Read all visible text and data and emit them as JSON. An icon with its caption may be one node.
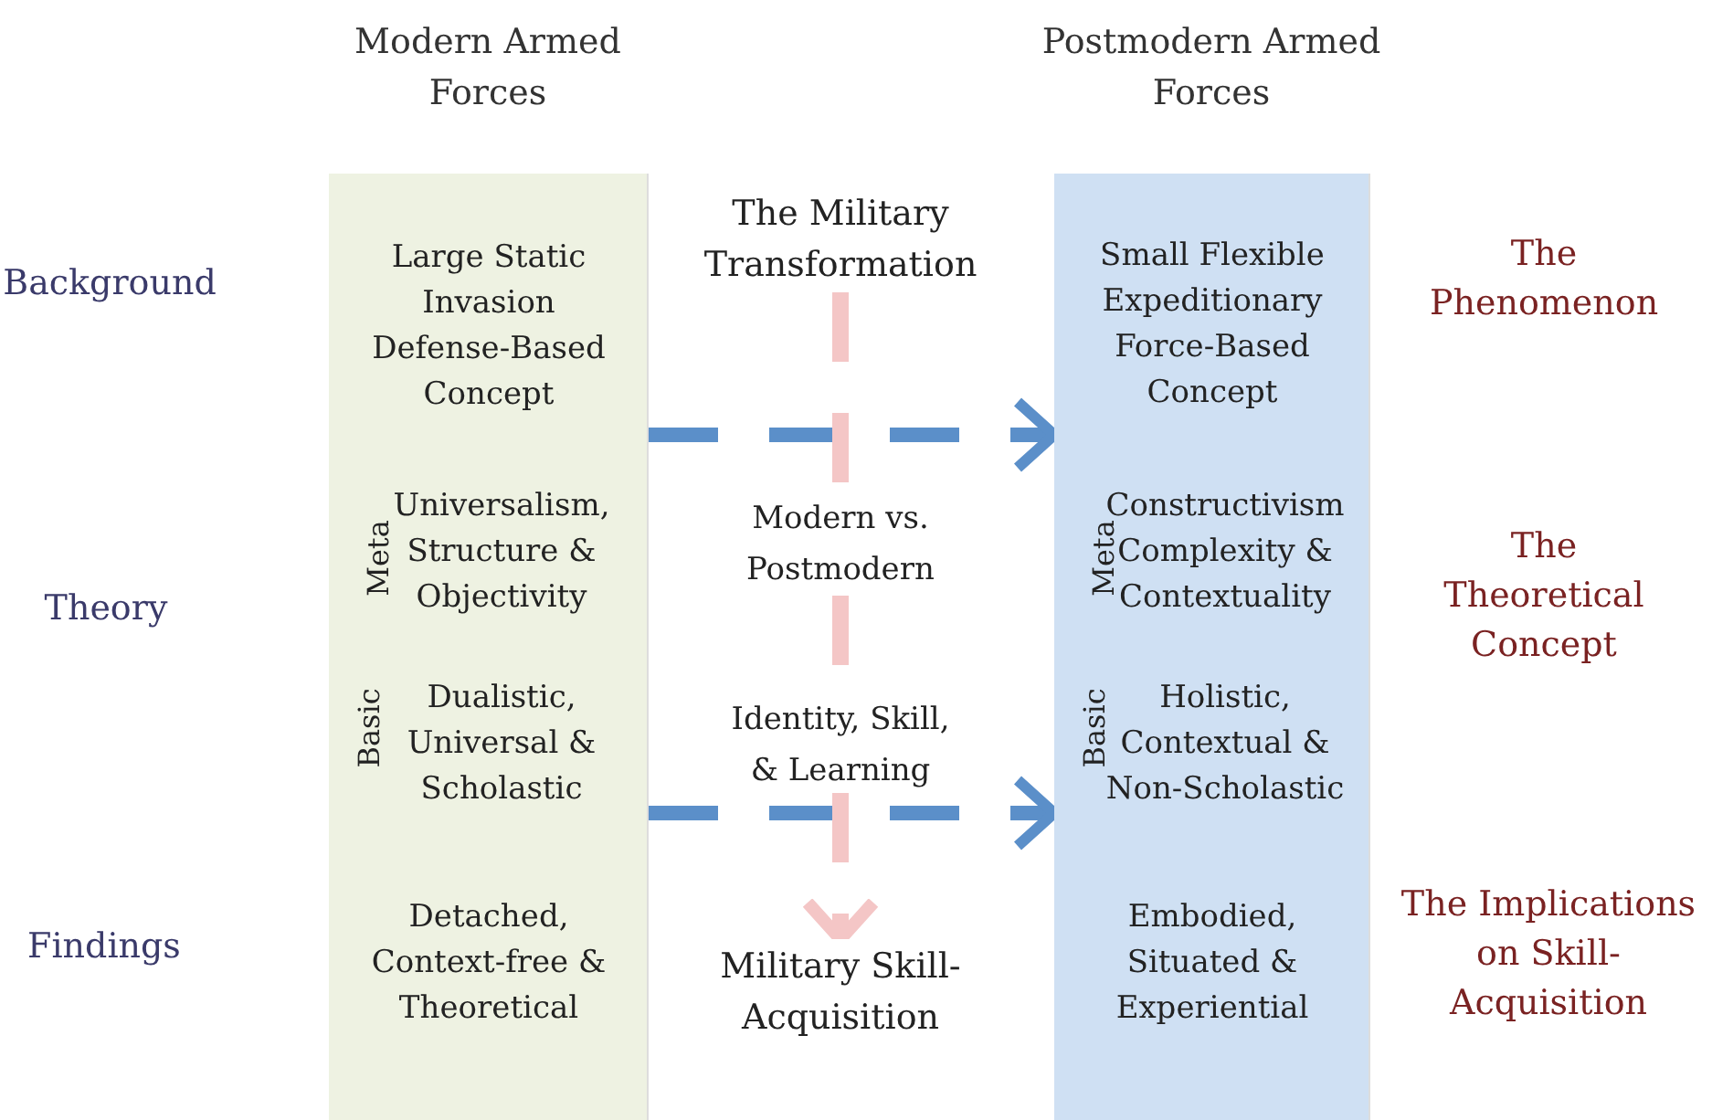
{
  "diagram": {
    "nodes": [
      {
        "text": [
          "Modern Armed Forces"
        ]
      },
      {
        "text": [
          "Large Static Invasion Defense-Based Concept"
        ],
        "in": 0
      },
      {
        "text": [
          "Universalism, Structure & Objectivity"
        ],
        "in": 0
      },
      {
        "text": [
          "Dualistic, Universal & Scholastic"
        ],
        "in": 0
      },
      {
        "text": [
          "Detached, Context-free & Theoretical"
        ],
        "in": 0
      },
      {
        "text": [
          "Postmodern Armed Forces"
        ]
      },
      {
        "text": [
          "Small Flexible Expeditionary Force-Based Concept"
        ],
        "in": 5
      },
      {
        "text": [
          "Constructivism Complexity & Contextuality"
        ],
        "in": 5
      },
      {
        "text": [
          "Holistic, Contextual & Non-Scholastic"
        ],
        "in": 5
      },
      {
        "text": [
          "Embodied, Situated & Experiential"
        ],
        "in": 5
      },
      {
        "text": [
          "The Military Transformation"
        ]
      },
      {
        "text": [
          "Military Skill-Acquisition"
        ]
      },
      {
        "text": [
          "Modern vs. Postmodern"
        ]
      },
      {
        "text": [
          "Identity, Skill, & Learning"
        ]
      }
    ],
    "edges": [
      {
        "from": 1,
        "to": 6,
        "arrow": "to",
        "style": "dashed",
        "color": "#5b8fc9"
      },
      {
        "from": 3,
        "to": 8,
        "arrow": "to",
        "style": "dashed",
        "color": "#5b8fc9"
      },
      {
        "from": 10,
        "to": 12,
        "arrow": "none",
        "style": "dashed"
      },
      {
        "from": 12,
        "to": 13,
        "arrow": "none",
        "style": "dashed"
      },
      {
        "from": 13,
        "to": 11,
        "arrow": "to",
        "style": "dashed"
      }
    ],
    "labels": [
      "Background",
      "The Phenomenon",
      "Meta",
      "Meta",
      "Theory",
      "The Theoretical Concept",
      "Basic",
      "Basic",
      "Findings",
      "The Implications on Skill-Acquisition"
    ]
  }
}
